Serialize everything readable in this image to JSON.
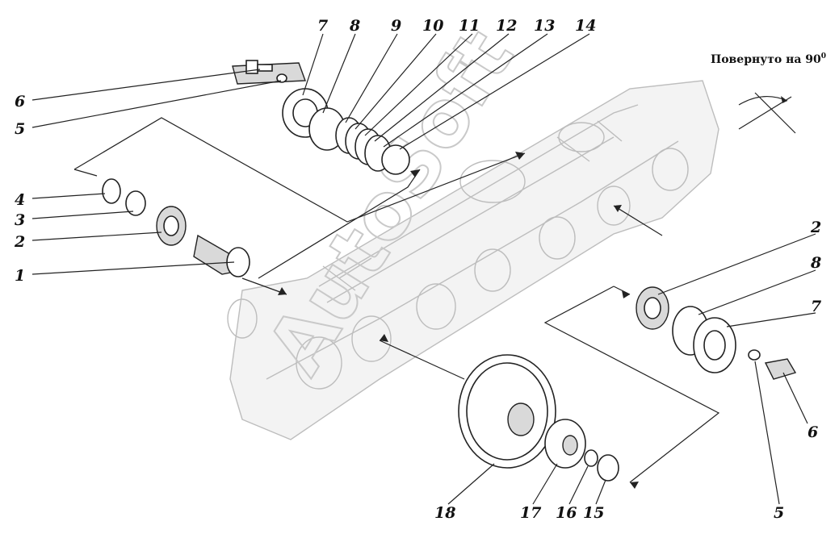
{
  "caption": "Повернуто на 90",
  "caption_sup": "0",
  "watermark": "AutoSoft",
  "callouts": {
    "c1": "1",
    "c2a": "2",
    "c3": "3",
    "c4": "4",
    "c5a": "5",
    "c6a": "6",
    "c7a": "7",
    "c8a": "8",
    "c9": "9",
    "c10": "10",
    "c11": "11",
    "c12": "12",
    "c13": "13",
    "c14": "14",
    "c2b": "2",
    "c8b": "8",
    "c7b": "7",
    "c6b": "6",
    "c5b": "5",
    "c15": "15",
    "c16": "16",
    "c17": "17",
    "c18": "18"
  }
}
